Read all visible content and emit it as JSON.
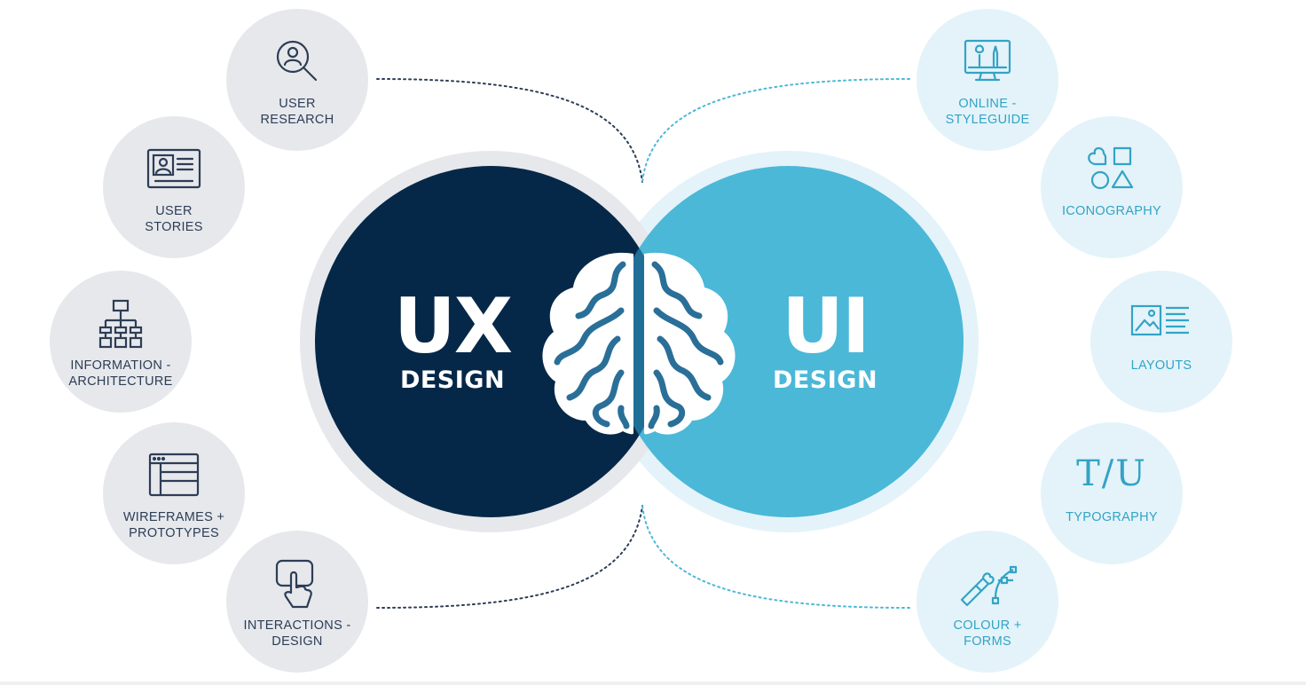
{
  "colors": {
    "ux_dark": "#062848",
    "ui_blue": "#4bb8d8",
    "ux_node_bg": "#e6e8ec",
    "ui_node_bg": "#e3f3f9",
    "ux_icon": "#2d3d55",
    "ui_icon": "#33a3c6"
  },
  "center": {
    "ux": {
      "title": "UX",
      "subtitle": "DESIGN"
    },
    "ui": {
      "title": "UI",
      "subtitle": "DESIGN"
    },
    "middle_icon": "brain-icon"
  },
  "ux_nodes": [
    {
      "icon": "user-search-icon",
      "line1": "USER",
      "line2": "RESEARCH"
    },
    {
      "icon": "id-card-icon",
      "line1": "USER",
      "line2": "STORIES"
    },
    {
      "icon": "sitemap-icon",
      "line1": "INFORMATION -",
      "line2": "ARCHITECTURE"
    },
    {
      "icon": "browser-window-icon",
      "line1": "WIREFRAMES +",
      "line2": "PROTOTYPES"
    },
    {
      "icon": "touch-hand-icon",
      "line1": "INTERACTIONS -",
      "line2": "DESIGN"
    }
  ],
  "ui_nodes": [
    {
      "icon": "monitor-brush-icon",
      "line1": "ONLINE -",
      "line2": "STYLEGUIDE"
    },
    {
      "icon": "shapes-icon",
      "line1": "ICONOGRAPHY",
      "line2": ""
    },
    {
      "icon": "image-text-layout-icon",
      "line1": "LAYOUTS",
      "line2": ""
    },
    {
      "icon": "text-format-icon",
      "line1": "TYPOGRAPHY",
      "line2": "",
      "glyph": "T/U"
    },
    {
      "icon": "eyedropper-bezier-icon",
      "line1": "COLOUR +",
      "line2": "FORMS"
    }
  ]
}
